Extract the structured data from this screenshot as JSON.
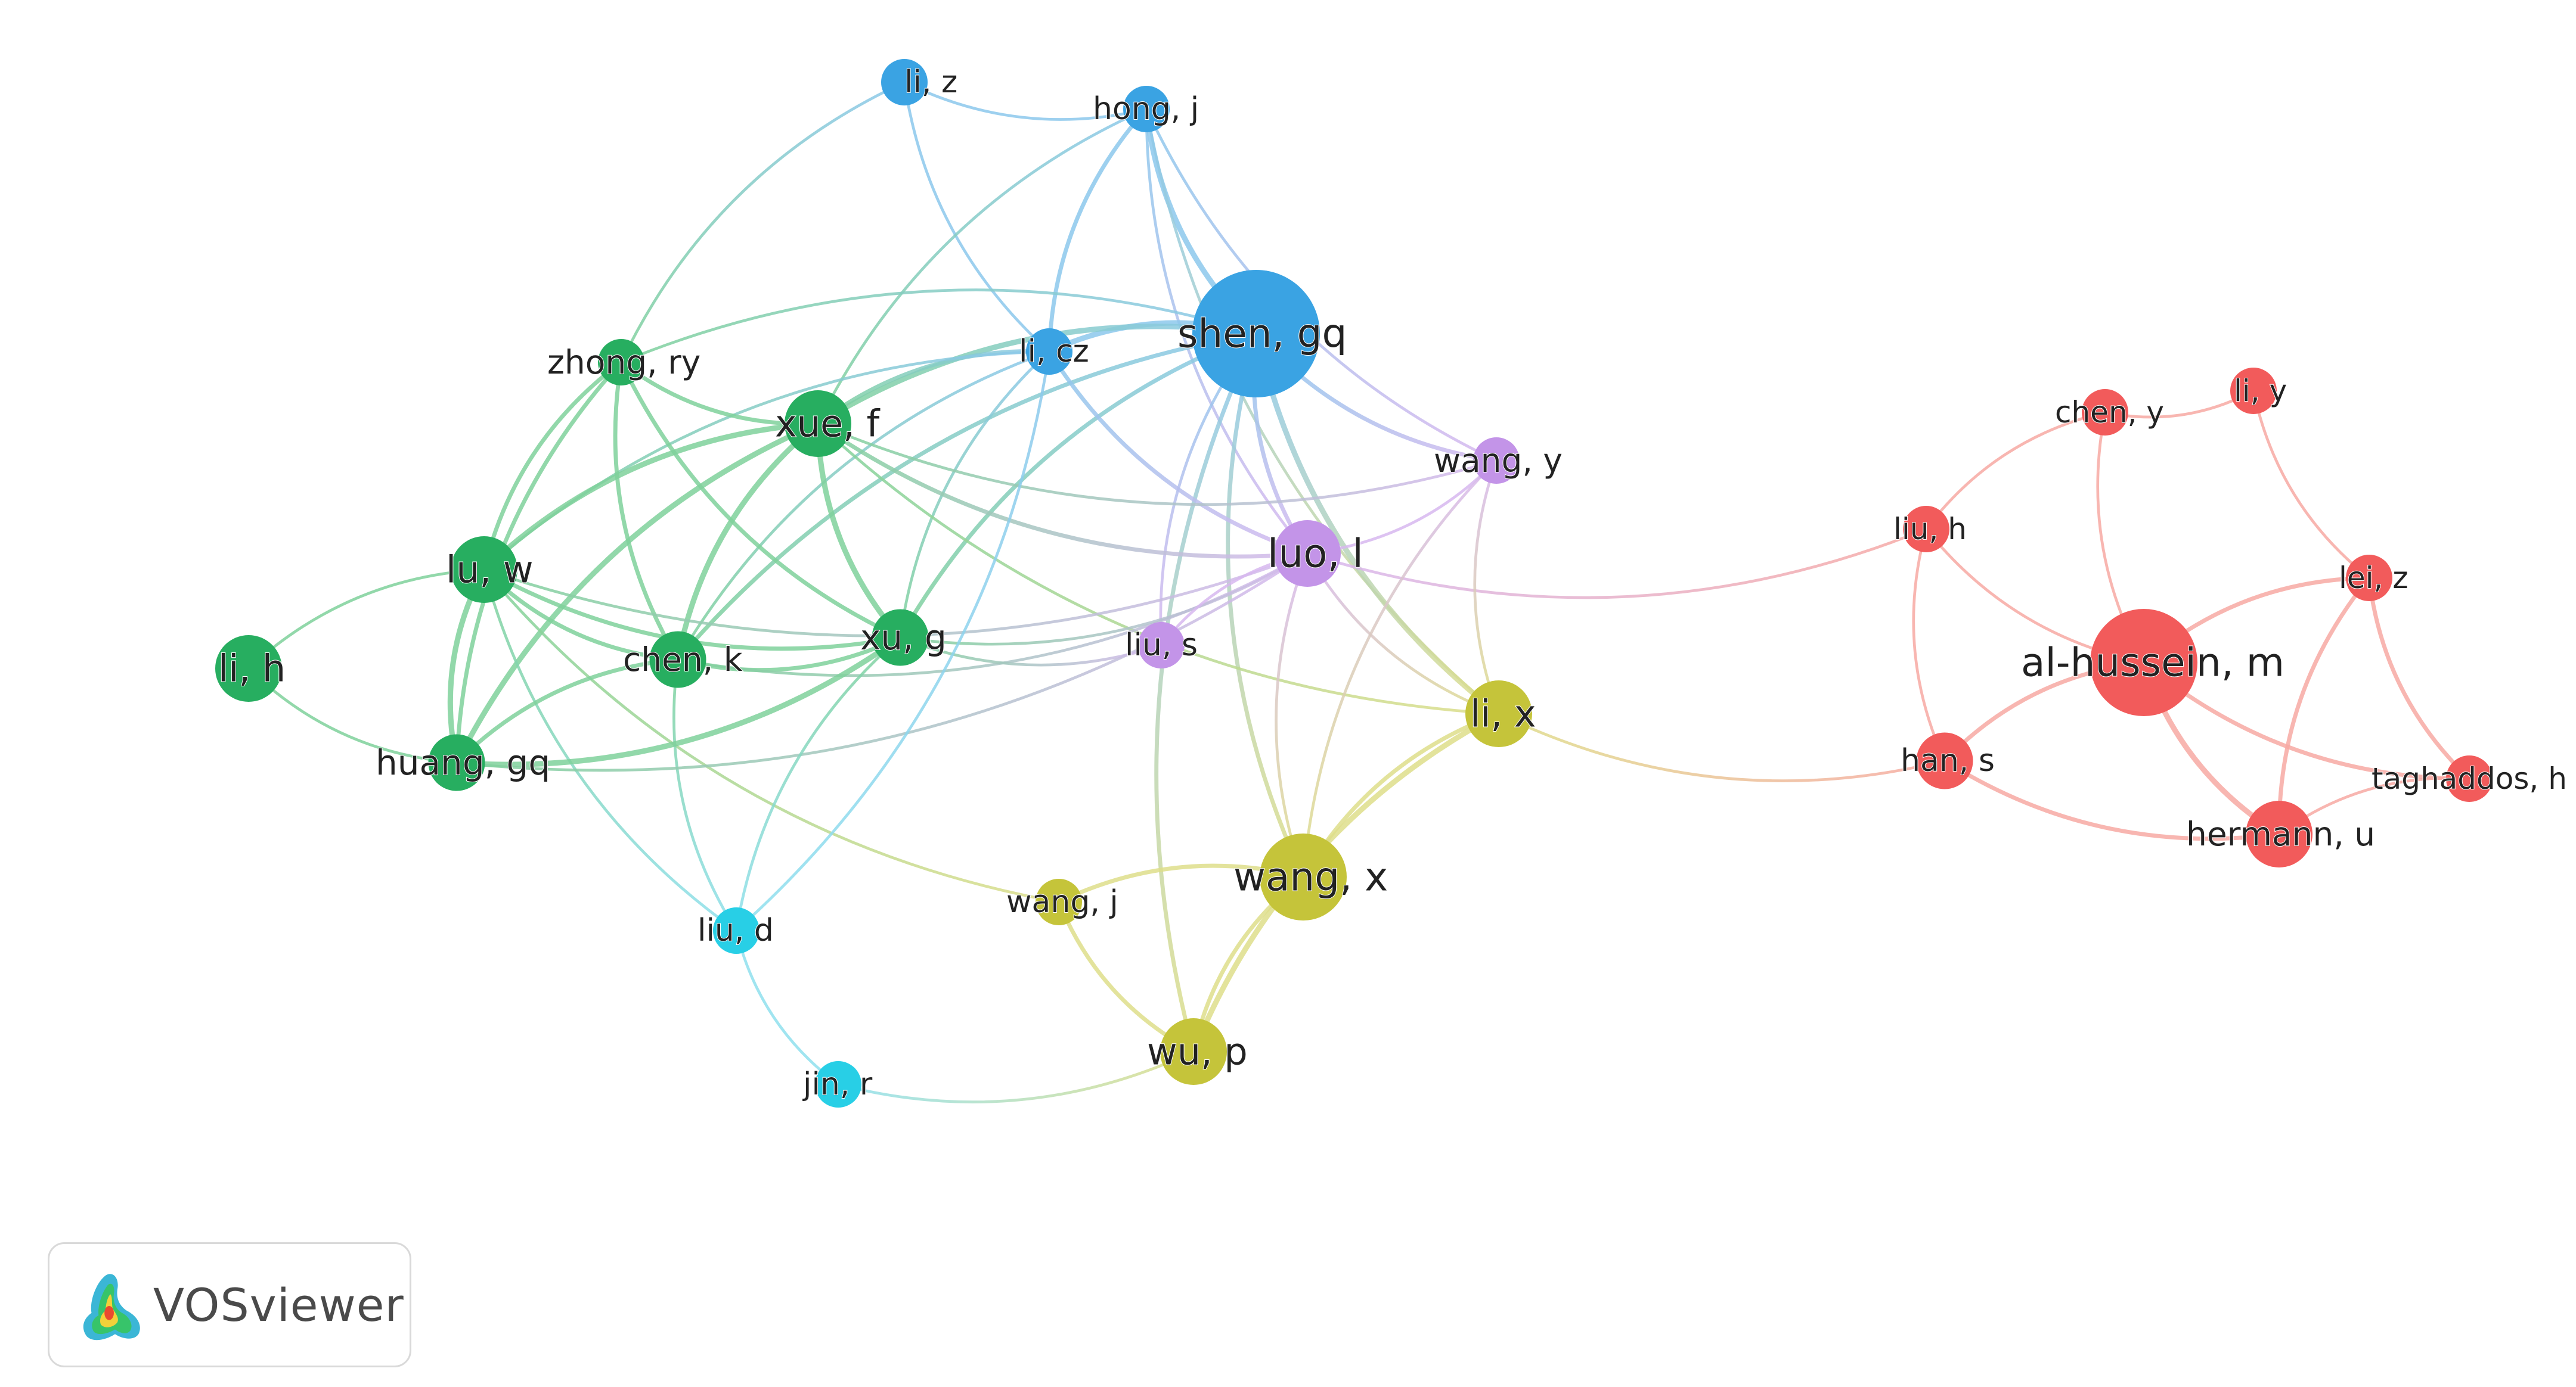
{
  "clusters": {
    "red": {
      "node": "#f25b5b",
      "edge": "#f7a9a3"
    },
    "green": {
      "node": "#27ae60",
      "edge": "#7fd19b"
    },
    "blue": {
      "node": "#3aa3e3",
      "edge": "#8cc8ec"
    },
    "yellow": {
      "node": "#c5c43a",
      "edge": "#dede8a"
    },
    "purple": {
      "node": "#c394e8",
      "edge": "#d7b8ef"
    },
    "cyan": {
      "node": "#28cfe6",
      "edge": "#8fe0ee"
    }
  },
  "nodes": [
    {
      "id": "li_z",
      "label": "li, z",
      "cluster": "blue",
      "weight": 1
    },
    {
      "id": "hong_j",
      "label": "hong, j",
      "cluster": "blue",
      "weight": 1
    },
    {
      "id": "shen_gq",
      "label": "shen, gq",
      "cluster": "blue",
      "weight": 5
    },
    {
      "id": "li_cz",
      "label": "li, cz",
      "cluster": "blue",
      "weight": 1
    },
    {
      "id": "zhong_ry",
      "label": "zhong, ry",
      "cluster": "green",
      "weight": 1
    },
    {
      "id": "xue_f",
      "label": "xue, f",
      "cluster": "green",
      "weight": 2
    },
    {
      "id": "lu_w",
      "label": "lu, w",
      "cluster": "green",
      "weight": 2
    },
    {
      "id": "li_h",
      "label": "li, h",
      "cluster": "green",
      "weight": 2
    },
    {
      "id": "chen_k",
      "label": "chen, k",
      "cluster": "green",
      "weight": 1.5
    },
    {
      "id": "xu_g",
      "label": "xu, g",
      "cluster": "green",
      "weight": 1.5
    },
    {
      "id": "huang_gq",
      "label": "huang, gq",
      "cluster": "green",
      "weight": 1.5
    },
    {
      "id": "wang_y",
      "label": "wang, y",
      "cluster": "purple",
      "weight": 1
    },
    {
      "id": "luo_l",
      "label": "luo, l",
      "cluster": "purple",
      "weight": 2
    },
    {
      "id": "liu_s",
      "label": "liu, s",
      "cluster": "purple",
      "weight": 1
    },
    {
      "id": "li_x",
      "label": "li, x",
      "cluster": "yellow",
      "weight": 2
    },
    {
      "id": "wang_x",
      "label": "wang, x",
      "cluster": "yellow",
      "weight": 3
    },
    {
      "id": "wang_j",
      "label": "wang, j",
      "cluster": "yellow",
      "weight": 1
    },
    {
      "id": "wu_p",
      "label": "wu, p",
      "cluster": "yellow",
      "weight": 2
    },
    {
      "id": "liu_d",
      "label": "liu, d",
      "cluster": "cyan",
      "weight": 1
    },
    {
      "id": "jin_r",
      "label": "jin, r",
      "cluster": "cyan",
      "weight": 1
    },
    {
      "id": "chen_y",
      "label": "chen, y",
      "cluster": "red",
      "weight": 1
    },
    {
      "id": "li_y",
      "label": "li, y",
      "cluster": "red",
      "weight": 1
    },
    {
      "id": "liu_h",
      "label": "liu, h",
      "cluster": "red",
      "weight": 1
    },
    {
      "id": "lei_z",
      "label": "lei, z",
      "cluster": "red",
      "weight": 1
    },
    {
      "id": "al_hussein_m",
      "label": "al-hussein, m",
      "cluster": "red",
      "weight": 4
    },
    {
      "id": "han_s",
      "label": "han, s",
      "cluster": "red",
      "weight": 1.5
    },
    {
      "id": "taghaddos_h",
      "label": "taghaddos, h",
      "cluster": "red",
      "weight": 1
    },
    {
      "id": "hermann_u",
      "label": "hermann, u",
      "cluster": "red",
      "weight": 2
    }
  ],
  "edges": [
    [
      "li_z",
      "hong_j",
      1
    ],
    [
      "li_z",
      "li_cz",
      1
    ],
    [
      "li_z",
      "zhong_ry",
      1
    ],
    [
      "hong_j",
      "shen_gq",
      3
    ],
    [
      "hong_j",
      "li_cz",
      2
    ],
    [
      "hong_j",
      "luo_l",
      1
    ],
    [
      "hong_j",
      "wang_y",
      1
    ],
    [
      "hong_j",
      "li_x",
      1
    ],
    [
      "hong_j",
      "xue_f",
      1
    ],
    [
      "shen_gq",
      "li_cz",
      3
    ],
    [
      "shen_gq",
      "xue_f",
      3
    ],
    [
      "shen_gq",
      "luo_l",
      2
    ],
    [
      "shen_gq",
      "li_x",
      3
    ],
    [
      "shen_gq",
      "wang_x",
      2
    ],
    [
      "shen_gq",
      "wu_p",
      2
    ],
    [
      "shen_gq",
      "xu_g",
      2
    ],
    [
      "shen_gq",
      "chen_k",
      2
    ],
    [
      "shen_gq",
      "wang_y",
      2
    ],
    [
      "shen_gq",
      "liu_s",
      1
    ],
    [
      "shen_gq",
      "zhong_ry",
      1
    ],
    [
      "li_cz",
      "xue_f",
      2
    ],
    [
      "li_cz",
      "luo_l",
      2
    ],
    [
      "li_cz",
      "xu_g",
      1
    ],
    [
      "li_cz",
      "chen_k",
      1
    ],
    [
      "li_cz",
      "lu_w",
      1
    ],
    [
      "zhong_ry",
      "xue_f",
      2
    ],
    [
      "zhong_ry",
      "lu_w",
      2
    ],
    [
      "zhong_ry",
      "huang_gq",
      2
    ],
    [
      "zhong_ry",
      "chen_k",
      2
    ],
    [
      "zhong_ry",
      "xu_g",
      2
    ],
    [
      "xue_f",
      "lu_w",
      3
    ],
    [
      "xue_f",
      "huang_gq",
      3
    ],
    [
      "xue_f",
      "chen_k",
      3
    ],
    [
      "xue_f",
      "xu_g",
      3
    ],
    [
      "xue_f",
      "luo_l",
      2
    ],
    [
      "xue_f",
      "wang_y",
      1
    ],
    [
      "xue_f",
      "li_x",
      1
    ],
    [
      "lu_w",
      "li_h",
      1
    ],
    [
      "lu_w",
      "huang_gq",
      3
    ],
    [
      "lu_w",
      "chen_k",
      2
    ],
    [
      "lu_w",
      "xu_g",
      2
    ],
    [
      "lu_w",
      "wang_j",
      1
    ],
    [
      "lu_w",
      "liu_d",
      1
    ],
    [
      "lu_w",
      "luo_l",
      1
    ],
    [
      "li_h",
      "huang_gq",
      1
    ],
    [
      "chen_k",
      "huang_gq",
      2
    ],
    [
      "chen_k",
      "xu_g",
      2
    ],
    [
      "chen_k",
      "liu_d",
      1
    ],
    [
      "chen_k",
      "luo_l",
      1
    ],
    [
      "huang_gq",
      "xu_g",
      3
    ],
    [
      "huang_gq",
      "luo_l",
      1
    ],
    [
      "xu_g",
      "liu_s",
      1
    ],
    [
      "xu_g",
      "liu_d",
      1
    ],
    [
      "xu_g",
      "luo_l",
      1
    ],
    [
      "liu_d",
      "jin_r",
      1
    ],
    [
      "liu_d",
      "li_cz",
      1
    ],
    [
      "jin_r",
      "wu_p",
      1
    ],
    [
      "luo_l",
      "wang_y",
      1
    ],
    [
      "luo_l",
      "liu_s",
      1
    ],
    [
      "luo_l",
      "li_x",
      1
    ],
    [
      "luo_l",
      "wang_x",
      1
    ],
    [
      "luo_l",
      "liu_h",
      1
    ],
    [
      "wang_y",
      "li_x",
      1
    ],
    [
      "wang_y",
      "wang_x",
      1
    ],
    [
      "li_x",
      "wang_x",
      2
    ],
    [
      "li_x",
      "wu_p",
      3
    ],
    [
      "li_x",
      "han_s",
      1
    ],
    [
      "wang_x",
      "wang_j",
      2
    ],
    [
      "wang_x",
      "wu_p",
      2
    ],
    [
      "wang_j",
      "wu_p",
      2
    ],
    [
      "chen_y",
      "li_y",
      1
    ],
    [
      "chen_y",
      "liu_h",
      1
    ],
    [
      "chen_y",
      "al_hussein_m",
      1
    ],
    [
      "li_y",
      "lei_z",
      1
    ],
    [
      "liu_h",
      "al_hussein_m",
      1
    ],
    [
      "liu_h",
      "han_s",
      1
    ],
    [
      "lei_z",
      "al_hussein_m",
      2
    ],
    [
      "lei_z",
      "taghaddos_h",
      2
    ],
    [
      "lei_z",
      "hermann_u",
      2
    ],
    [
      "al_hussein_m",
      "han_s",
      2
    ],
    [
      "al_hussein_m",
      "hermann_u",
      3
    ],
    [
      "al_hussein_m",
      "taghaddos_h",
      2
    ],
    [
      "han_s",
      "hermann_u",
      2
    ],
    [
      "taghaddos_h",
      "hermann_u",
      1
    ]
  ],
  "logo": {
    "icon_name": "vosviewer-logo-icon",
    "text": "VOSviewer"
  }
}
